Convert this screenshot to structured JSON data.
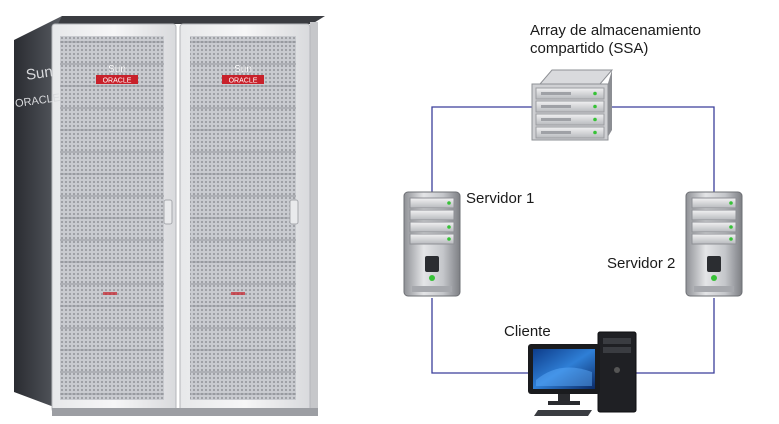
{
  "rack": {
    "side_logo": "Sun",
    "side_brand": "ORACLE",
    "door_logo": "Sun",
    "door_brand": "ORACLE"
  },
  "diagram": {
    "storage_label_line1": "Array de almacenamiento",
    "storage_label_line2": "compartido (SSA)",
    "server1_label": "Servidor 1",
    "server2_label": "Servidor 2",
    "client_label": "Cliente",
    "connection_color": "#3b3f9a"
  },
  "colors": {
    "brand_red": "#c8202a",
    "led_green": "#37c237"
  }
}
